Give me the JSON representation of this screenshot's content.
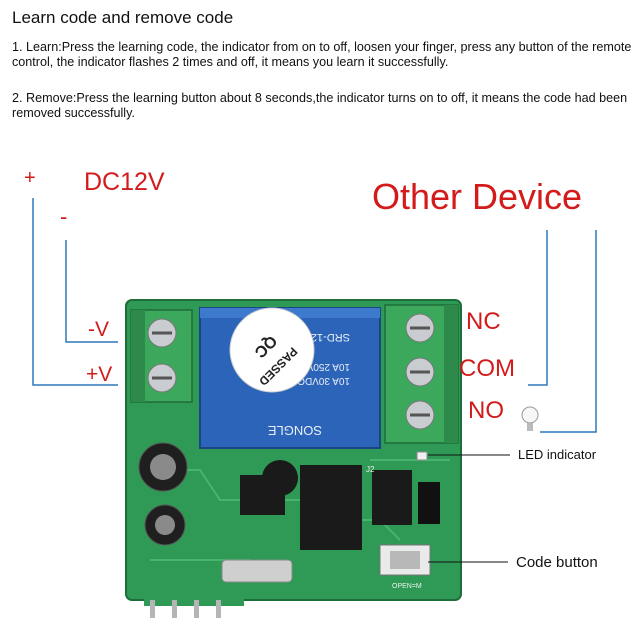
{
  "header": {
    "title": "Learn code and remove code",
    "learn_text": "1. Learn:Press the learning code, the indicator from on to off, loosen your finger, press any button of the remote control, the indicator flashes 2 times and off, it means you learn it successfully.",
    "remove_text": "2. Remove:Press the learning button about 8 seconds,the indicator turns on to off, it means the code had been removed successfully."
  },
  "power": {
    "plus_sign": "+",
    "minus_sign": "-",
    "voltage": "DC12V",
    "minus_terminal": "-V",
    "plus_terminal": "+V"
  },
  "output": {
    "device_label": "Other Device",
    "nc": "NC",
    "com": "COM",
    "no": "NO"
  },
  "callouts": {
    "led": "LED indicator",
    "code_button": "Code button"
  },
  "relay": {
    "brand": "SONGLE",
    "model": "SRD-12VDC-SL-C",
    "rating_1": "10A 250VAC",
    "rating_2": "10A 30VDC",
    "qc_stamp": "QC",
    "passed": "PASSED"
  },
  "board": {
    "j2": "J2",
    "open_m": "OPEN=M"
  },
  "colors": {
    "label_red": "#d31b1b",
    "pcb_green": "#2f9a55",
    "terminal_green": "#3ba85c",
    "relay_blue": "#2b64b8"
  }
}
